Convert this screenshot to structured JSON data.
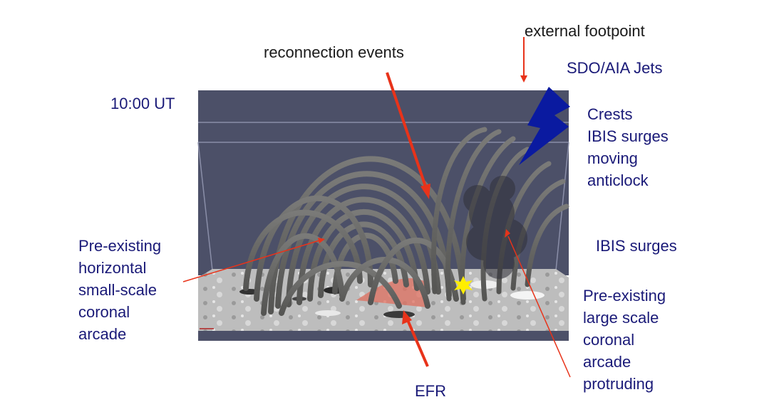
{
  "labels": {
    "time": "10:00 UT",
    "external_footpoint": "external footpoint",
    "reconnection_events": "reconnection events",
    "sdo_aia_jets": "SDO/AIA Jets",
    "crests_line1": "Crests",
    "crests_line2": "IBIS surges",
    "crests_line3": "moving",
    "crests_line4": "anticlock",
    "ibis_surges": "IBIS surges",
    "small_arcade_line1": "Pre-existing",
    "small_arcade_line2": "horizontal",
    "small_arcade_line3": "small-scale",
    "small_arcade_line4": "coronal",
    "small_arcade_line5": "arcade",
    "large_arcade_line1": "Pre-existing",
    "large_arcade_line2": "large scale",
    "large_arcade_line3": "coronal",
    "large_arcade_line4": "arcade",
    "large_arcade_line5": "protruding",
    "efr": "EFR"
  },
  "colors": {
    "label_navy": "#1a1a78",
    "label_black": "#1a1a1a",
    "sky": "#4c5068",
    "field_lines": "#6a6a68",
    "arrow_red": "#e8331a",
    "jet_blue": "#0a1aa0",
    "star_yellow": "#ffee00",
    "efr_fan": "#e07060"
  }
}
